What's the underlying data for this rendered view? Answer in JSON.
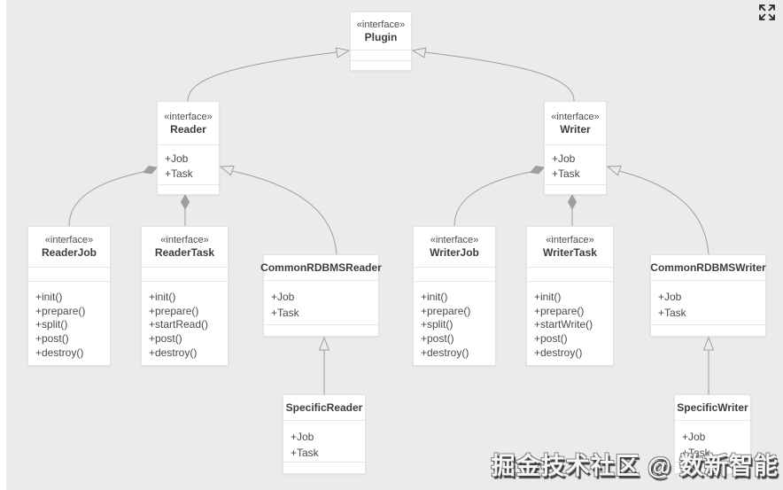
{
  "viewer": {
    "background_color": "#ebebeb",
    "edge_color": "#9e9e9e",
    "fullscreen_tooltip": "expand"
  },
  "watermark": {
    "text": "掘金技术社区 @ 数新智能"
  },
  "diagram": {
    "type": "uml-class-diagram",
    "classes": [
      {
        "id": "plugin",
        "stereotype": "«interface»",
        "name": "Plugin",
        "attributes": [],
        "methods": []
      },
      {
        "id": "reader",
        "stereotype": "«interface»",
        "name": "Reader",
        "attributes": [
          "+Job",
          "+Task"
        ],
        "methods": []
      },
      {
        "id": "writer",
        "stereotype": "«interface»",
        "name": "Writer",
        "attributes": [
          "+Job",
          "+Task"
        ],
        "methods": []
      },
      {
        "id": "reader-job",
        "stereotype": "«interface»",
        "name": "ReaderJob",
        "attributes": [],
        "methods": [
          "+init()",
          "+prepare()",
          "+split()",
          "+post()",
          "+destroy()"
        ]
      },
      {
        "id": "reader-task",
        "stereotype": "«interface»",
        "name": "ReaderTask",
        "attributes": [],
        "methods": [
          "+init()",
          "+prepare()",
          "+startRead()",
          "+post()",
          "+destroy()"
        ]
      },
      {
        "id": "common-rdbms-reader",
        "stereotype": "",
        "name": "CommonRDBMSReader",
        "attributes": [
          "+Job",
          "+Task"
        ],
        "methods": []
      },
      {
        "id": "writer-job",
        "stereotype": "«interface»",
        "name": "WriterJob",
        "attributes": [],
        "methods": [
          "+init()",
          "+prepare()",
          "+split()",
          "+post()",
          "+destroy()"
        ]
      },
      {
        "id": "writer-task",
        "stereotype": "«interface»",
        "name": "WriterTask",
        "attributes": [],
        "methods": [
          "+init()",
          "+prepare()",
          "+startWrite()",
          "+post()",
          "+destroy()"
        ]
      },
      {
        "id": "common-rdbms-writer",
        "stereotype": "",
        "name": "CommonRDBMSWriter",
        "attributes": [
          "+Job",
          "+Task"
        ],
        "methods": []
      },
      {
        "id": "specific-reader",
        "stereotype": "",
        "name": "SpecificReader",
        "attributes": [
          "+Job",
          "+Task"
        ],
        "methods": []
      },
      {
        "id": "specific-writer",
        "stereotype": "",
        "name": "SpecificWriter",
        "attributes": [
          "+Job",
          "+Task"
        ],
        "methods": []
      }
    ],
    "relationships": [
      {
        "from": "Reader",
        "to": "Plugin",
        "type": "generalization"
      },
      {
        "from": "Writer",
        "to": "Plugin",
        "type": "generalization"
      },
      {
        "from": "ReaderJob",
        "to": "Reader",
        "type": "composition"
      },
      {
        "from": "ReaderTask",
        "to": "Reader",
        "type": "composition"
      },
      {
        "from": "CommonRDBMSReader",
        "to": "Reader",
        "type": "generalization"
      },
      {
        "from": "WriterJob",
        "to": "Writer",
        "type": "composition"
      },
      {
        "from": "WriterTask",
        "to": "Writer",
        "type": "composition"
      },
      {
        "from": "CommonRDBMSWriter",
        "to": "Writer",
        "type": "generalization"
      },
      {
        "from": "SpecificReader",
        "to": "CommonRDBMSReader",
        "type": "generalization"
      },
      {
        "from": "SpecificWriter",
        "to": "CommonRDBMSWriter",
        "type": "generalization"
      }
    ]
  }
}
